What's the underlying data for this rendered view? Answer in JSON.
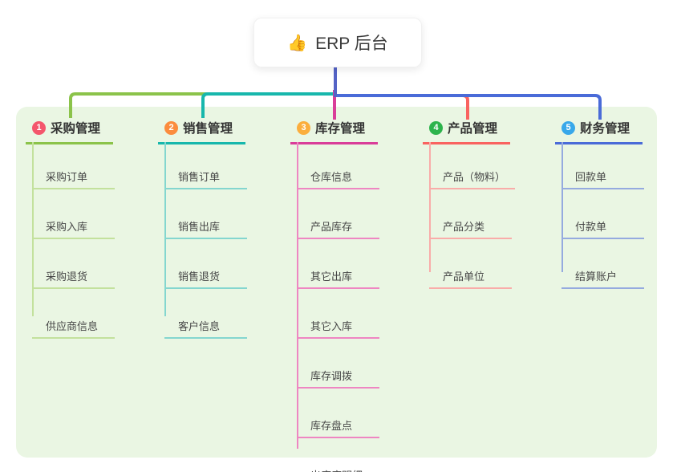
{
  "root": {
    "icon": "👍",
    "title": "ERP 后台"
  },
  "colors": {
    "trunk": "#5463c6",
    "panel_bg": "#eaf6e3"
  },
  "branches": [
    {
      "index": "1",
      "title": "采购管理",
      "badge_color": "#f4566c",
      "line_color": "#8bc34a",
      "child_line_color": "#c3e19d",
      "children": [
        "采购订单",
        "采购入库",
        "采购退货",
        "供应商信息"
      ]
    },
    {
      "index": "2",
      "title": "销售管理",
      "badge_color": "#fb8c3d",
      "line_color": "#17b7ac",
      "child_line_color": "#84d6cf",
      "children": [
        "销售订单",
        "销售出库",
        "销售退货",
        "客户信息"
      ]
    },
    {
      "index": "3",
      "title": "库存管理",
      "badge_color": "#fbae3d",
      "line_color": "#d93d99",
      "child_line_color": "#ee86c2",
      "children": [
        "仓库信息",
        "产品库存",
        "其它出库",
        "其它入库",
        "库存调拨",
        "库存盘点",
        "出库库明细"
      ]
    },
    {
      "index": "4",
      "title": "产品管理",
      "badge_color": "#2db34c",
      "line_color": "#f96360",
      "child_line_color": "#f9aca9",
      "children": [
        "产品（物料）",
        "产品分类",
        "产品单位"
      ]
    },
    {
      "index": "5",
      "title": "财务管理",
      "badge_color": "#38a8ea",
      "line_color": "#4a6bd8",
      "child_line_color": "#95aadf",
      "children": [
        "回款单",
        "付款单",
        "结算账户"
      ]
    }
  ]
}
